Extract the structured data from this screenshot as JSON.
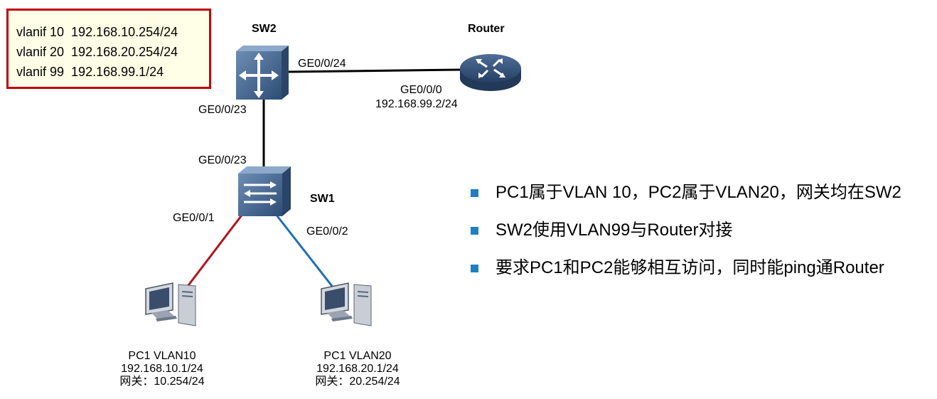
{
  "vlanif_box": {
    "lines": [
      "vlanif 10  192.168.10.254/24",
      "vlanif 20  192.168.20.254/24",
      "vlanif 99  192.168.99.1/24"
    ],
    "border_color": "#c0000b",
    "background": "#ffffe7"
  },
  "devices": {
    "sw2": {
      "name": "SW2",
      "icon": "layer3-switch-icon"
    },
    "router": {
      "name": "Router",
      "icon": "router-icon"
    },
    "sw1": {
      "name": "SW1",
      "icon": "layer2-switch-icon"
    },
    "pc1": {
      "lines": [
        "PC1 VLAN10",
        "192.168.10.1/24",
        "网关：10.254/24"
      ],
      "icon": "pc-icon"
    },
    "pc2": {
      "lines": [
        "PC1 VLAN20",
        "192.168.20.1/24",
        "网关：20.254/24"
      ],
      "icon": "pc-icon"
    }
  },
  "ports": {
    "sw2_to_router": "GE0/0/24",
    "router_port": "GE0/0/0",
    "router_ip": "192.168.99.2/24",
    "sw2_down": "GE0/0/23",
    "sw1_up": "GE0/0/23",
    "sw1_pc1": "GE0/0/1",
    "sw1_pc2": "GE0/0/2"
  },
  "links": [
    {
      "from": "SW2",
      "to": "Router",
      "color": "#000000"
    },
    {
      "from": "SW2",
      "to": "SW1",
      "color": "#000000"
    },
    {
      "from": "SW1",
      "to": "PC1",
      "color": "#b0141d"
    },
    {
      "from": "SW1",
      "to": "PC2",
      "color": "#1f6eb5"
    }
  ],
  "requirements": {
    "bullet_color": "#1f7fc4",
    "items": [
      "PC1属于VLAN 10，PC2属于VLAN20，网关均在SW2",
      "SW2使用VLAN99与Router对接",
      "要求PC1和PC2能够相互访问，同时能ping通Router"
    ]
  }
}
